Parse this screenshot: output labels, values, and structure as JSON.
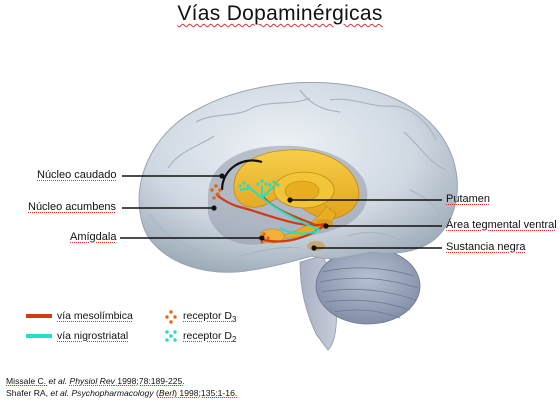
{
  "title": "Vías Dopaminérgicas",
  "labels": {
    "nucleo_caudado": "Núcleo caudado",
    "nucleo_acumbens": "Núcleo acumbens",
    "amigdala": "Amígdala",
    "putamen": "Putamen",
    "area_tegmental_ventral": "Área tegmental ventral",
    "sustancia_negra": "Sustancia negra"
  },
  "legend": {
    "mesolimbica": "vía mesolímbica",
    "nigrostriatal": "vía nigrostriatal",
    "receptor_d3_prefix": "receptor D",
    "receptor_d3_sub": "3",
    "receptor_d2_prefix": "receptor D",
    "receptor_d2_sub": "2"
  },
  "references": {
    "ref1_authors": "Missale C. ",
    "ref1_etal": "et al.",
    "ref1_journal": "Physiol Rev",
    "ref1_tail": " 1998;78:189-225.",
    "ref2_authors": "Shafer RA, ",
    "ref2_etal": "et al.",
    "ref2_journal": "Psychopharmacology",
    "ref2_mid": " (",
    "ref2_berl": "Berl",
    "ref2_tail": ") 1998;135:1-16."
  },
  "colors": {
    "mesolimbic": "#d33a10",
    "nigrostriatal": "#1fe0c8",
    "basal_ganglia": "#f0b628",
    "brain": "#c9d3dc"
  }
}
